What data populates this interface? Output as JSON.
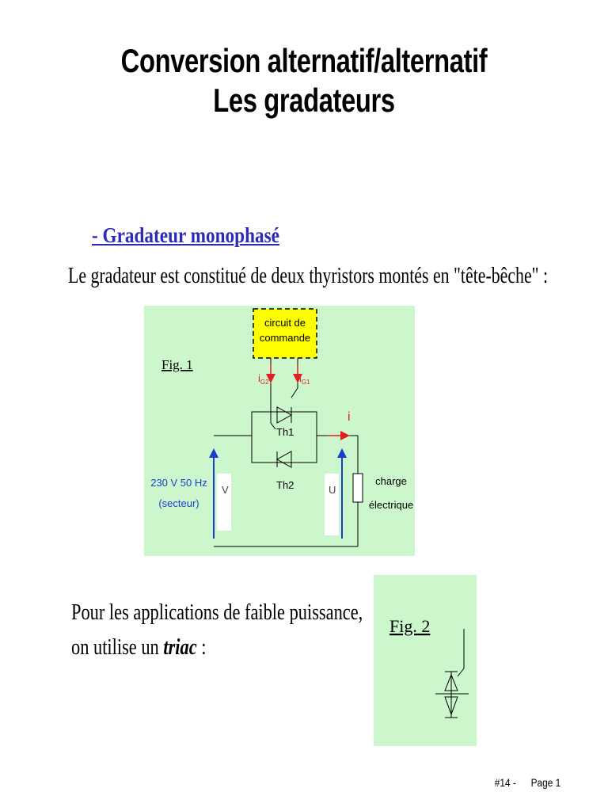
{
  "title": {
    "line1": "Conversion alternatif/alternatif",
    "line2": "Les gradateurs"
  },
  "section": {
    "heading": "- Gradateur monophasé",
    "intro": "Le gradateur est constitué de deux thyristors montés en \"tête-bêche\" :"
  },
  "fig1": {
    "label": "Fig. 1",
    "control_line1": "circuit de",
    "control_line2": "commande",
    "ig2_main": "i",
    "ig2_sub": "G2",
    "ig1_main": "i",
    "ig1_sub": "G1",
    "current": "i",
    "th1": "Th1",
    "th2": "Th2",
    "source_line1": "230 V 50 Hz",
    "source_line2": "(secteur)",
    "v": "V",
    "u": "U",
    "load_line1": "charge",
    "load_line2": "électrique",
    "colors": {
      "background": "#ccf7cc",
      "control_box": "#ffff00",
      "gate_current": "#e02020",
      "voltage_arrow": "#1a3fd0",
      "source_text": "#1a3fd0"
    }
  },
  "paragraph": {
    "line1": "Pour les applications de faible puissance,",
    "line2_prefix": "on utilise un ",
    "line2_triac": "triac",
    "line2_suffix": " :"
  },
  "fig2": {
    "label": "Fig. 2"
  },
  "footer": {
    "slide": "#14 -",
    "page": "Page 1"
  }
}
